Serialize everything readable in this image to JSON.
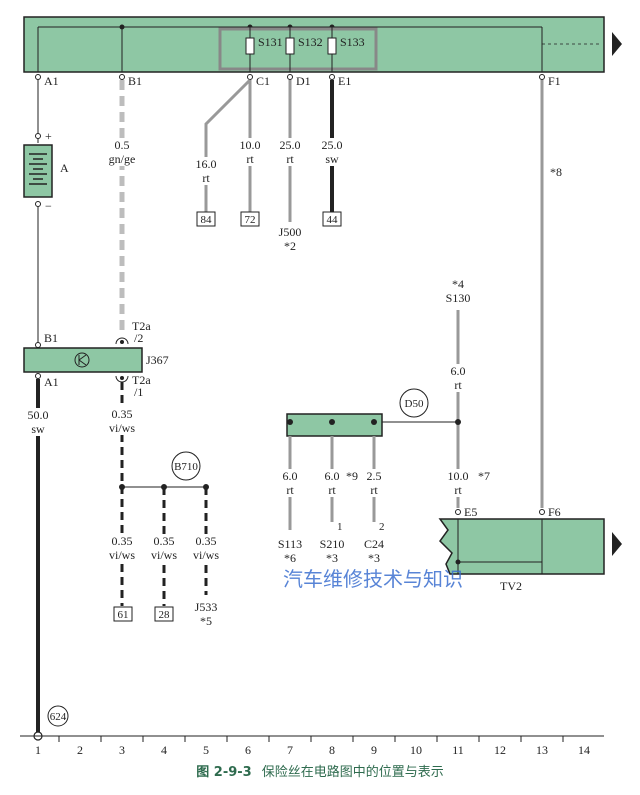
{
  "colors": {
    "bus": "#8ec7a4",
    "wire": "#222222",
    "fuse_box": "#888888",
    "watermark": "#3b6fd0",
    "caption": "#2e6b4e"
  },
  "fuses": [
    "S131",
    "S132",
    "S133"
  ],
  "top_pins": [
    "A1",
    "B1",
    "C1",
    "D1",
    "E1",
    "F1"
  ],
  "battery": {
    "name": "A",
    "plus": "+",
    "minus": "−"
  },
  "j367": {
    "name": "J367",
    "pin_top": "B1",
    "pin_bottom": "A1",
    "t2a_top": "T2a",
    "t2a_top_pin": "/2",
    "t2a_bottom": "T2a",
    "t2a_bottom_pin": "/1"
  },
  "wires": {
    "b1": {
      "size": "0.5",
      "color": "gn/ge"
    },
    "c1_a": {
      "size": "16.0",
      "color": "rt",
      "target": "84"
    },
    "c1_b": {
      "size": "10.0",
      "color": "rt",
      "target": "72"
    },
    "d1": {
      "size": "25.0",
      "color": "rt",
      "target": "J500",
      "note": "*2"
    },
    "e1": {
      "size": "25.0",
      "color": "sw",
      "target": "44"
    },
    "f1_note": "*8",
    "a1_low": {
      "size": "50.0",
      "color": "sw"
    },
    "t2a_low": {
      "size": "0.35",
      "color": "vi/ws"
    }
  },
  "b710": {
    "name": "B710",
    "branches": [
      {
        "size": "0.35",
        "color": "vi/ws",
        "target": "61"
      },
      {
        "size": "0.35",
        "color": "vi/ws",
        "target": "28"
      },
      {
        "size": "0.35",
        "color": "vi/ws",
        "target": "J533",
        "note": "*5"
      }
    ]
  },
  "d50": {
    "name": "D50",
    "branches": [
      {
        "size": "6.0",
        "color": "rt",
        "target": "S113",
        "note": "*6",
        "pin": ""
      },
      {
        "size": "6.0",
        "color": "rt",
        "target": "S210",
        "note": "*3",
        "pin": "1",
        "star": "*9"
      },
      {
        "size": "2.5",
        "color": "rt",
        "target": "C24",
        "note": "*3",
        "pin": "2"
      }
    ]
  },
  "s130": {
    "note": "*4",
    "name": "S130",
    "size": "6.0",
    "color": "rt"
  },
  "e5_wire": {
    "size": "10.0",
    "color": "rt",
    "note": "*7"
  },
  "tv2": {
    "name": "TV2",
    "pin_e5": "E5",
    "pin_f6": "F6"
  },
  "ground": "624",
  "grid": [
    "1",
    "2",
    "3",
    "4",
    "5",
    "6",
    "7",
    "8",
    "9",
    "10",
    "11",
    "12",
    "13",
    "14"
  ],
  "watermark": "汽车维修技术与知识",
  "caption_num": "图 2-9-3",
  "caption_text": "保险丝在电路图中的位置与表示"
}
